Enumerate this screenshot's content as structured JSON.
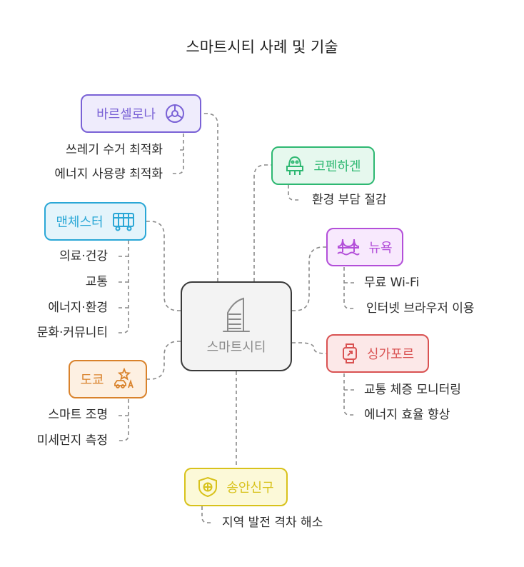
{
  "title": "스마트시티 사례 및 기술",
  "center": {
    "label": "스마트시티",
    "icon": "building-icon"
  },
  "colors": {
    "barcelona": "#7a62d6",
    "copenhagen": "#2eb872",
    "manchester": "#2aa7d6",
    "newyork": "#b34fd9",
    "singapore": "#d95252",
    "tokyo": "#d9822b",
    "songdo": "#d8c21c",
    "wire": "#8a8a8a"
  },
  "nodes": {
    "barcelona": {
      "label": "바르셀로나",
      "icon": "chart-wheel-icon",
      "items": [
        "쓰레기 수거 최적화",
        "에너지 사용량 최적화"
      ]
    },
    "copenhagen": {
      "label": "코펜하겐",
      "icon": "robot-icon",
      "items": [
        "환경 부담 절감"
      ]
    },
    "manchester": {
      "label": "맨체스터",
      "icon": "tram-icon",
      "items": [
        "의료·건강",
        "교통",
        "에너지·환경",
        "문화·커뮤니티"
      ]
    },
    "newyork": {
      "label": "뉴욕",
      "icon": "bridge-icon",
      "items": [
        "무료 Wi-Fi",
        "인터넷 브라우저 이용"
      ]
    },
    "singapore": {
      "label": "싱가포르",
      "icon": "smartwatch-icon",
      "items": [
        "교통 체증 모니터링",
        "에너지 효율 향상"
      ]
    },
    "tokyo": {
      "label": "도쿄",
      "icon": "car-star-icon",
      "items": [
        "스마트 조명",
        "미세먼지 측정"
      ]
    },
    "songdo": {
      "label": "송안신구",
      "icon": "shield-badge-icon",
      "items": [
        "지역 발전 격차 해소"
      ]
    }
  }
}
